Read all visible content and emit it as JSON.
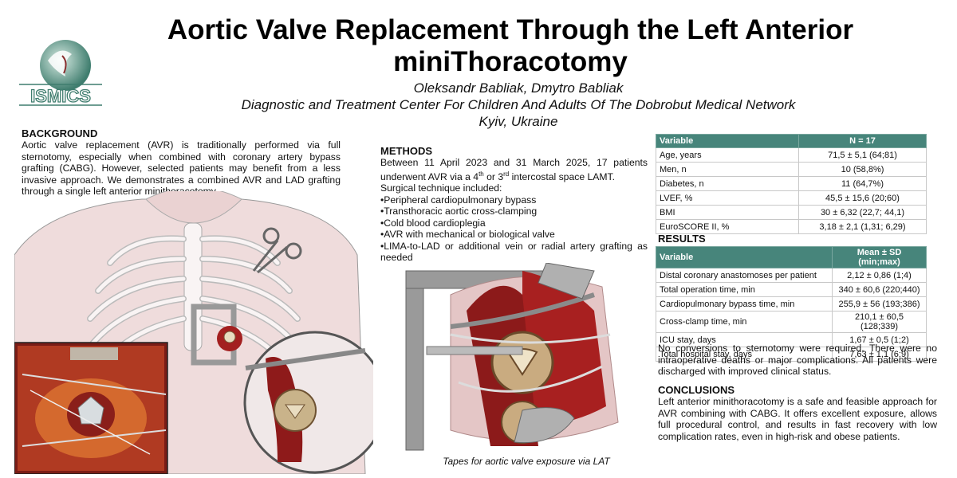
{
  "title_line1": "Aortic Valve Replacement Through the Left Anterior",
  "title_line2": "miniThoracotomy",
  "authors": "Oleksandr Babliak, Dmytro Babliak",
  "affiliation": "Diagnostic and Treatment Center For Children And Adults Of The Dobrobut Medical Network",
  "location": "Kyiv, Ukraine",
  "logo_text": "ISMICS",
  "background": {
    "heading": "BACKGROUND",
    "text": "Aortic valve replacement (AVR) is traditionally performed via full sternotomy, especially when combined with coronary artery bypass grafting (CABG). However, selected patients may benefit from a less invasive approach. We demonstrates a combined AVR and LAD grafting through a single left anterior minithoracotomy."
  },
  "methods": {
    "heading": "METHODS",
    "text_before": "Between 11 April 2023 and 31 March 2025, 17 patients underwent AVR via a 4",
    "sup1": "th",
    "text_mid": " or 3",
    "sup2": "rd",
    "text_after": " intercostal space LAMT.",
    "technique_intro": "Surgical technique included:",
    "items": [
      "•Peripheral cardiopulmonary bypass",
      "•Transthoracic aortic cross-clamping",
      "•Cold blood cardioplegia",
      "•AVR with mechanical or biological valve",
      "•LIMA-to-LAD or additional vein or radial artery grafting as needed"
    ]
  },
  "figure_caption": "Tapes for aortic valve exposure via LAT",
  "table1": {
    "headers": [
      "Variable",
      "N = 17"
    ],
    "rows": [
      [
        "Age, years",
        "71,5 ± 5,1 (64;81)"
      ],
      [
        "Men, n",
        "10 (58,8%)"
      ],
      [
        "Diabetes, n",
        "11 (64,7%)"
      ],
      [
        "LVEF, %",
        "45,5 ± 15,6 (20;60)"
      ],
      [
        "BMI",
        "30 ± 6,32 (22,7; 44,1)"
      ],
      [
        "EuroSCORE II, %",
        "3,18 ± 2,1 (1,31; 6,29)"
      ]
    ]
  },
  "results": {
    "heading": "RESULTS",
    "headers": [
      "Variable",
      "Mean ± SD (min;max)"
    ],
    "rows": [
      [
        "Distal coronary anastomoses per patient",
        "2,12 ± 0,86 (1;4)"
      ],
      [
        "Total operation time, min",
        "340 ± 60,6 (220;440)"
      ],
      [
        "Cardiopulmonary bypass time, min",
        "255,9 ± 56 (193;386)"
      ],
      [
        "Cross-clamp time, min",
        "210,1 ± 60,5 (128;339)"
      ],
      [
        "ICU stay, days",
        "1,67 ± 0,5 (1;2)"
      ],
      [
        "Total hospital stay, days",
        "7,63 ± 1,1 (6;9)"
      ]
    ],
    "text": "No conversions to sternotomy were required. There were no intraoperative deaths or major complications. All patients were discharged with improved clinical status."
  },
  "conclusions": {
    "heading": "CONCLUSIONS",
    "text": "Left anterior minithoracotomy is a safe and feasible approach for AVR combining with CABG. It offers excellent exposure, allows full procedural control, and results in fast recovery with low complication rates, even in high-risk and obese patients."
  },
  "colors": {
    "table_header": "#47857b",
    "logo_green": "#3f7d6e"
  }
}
